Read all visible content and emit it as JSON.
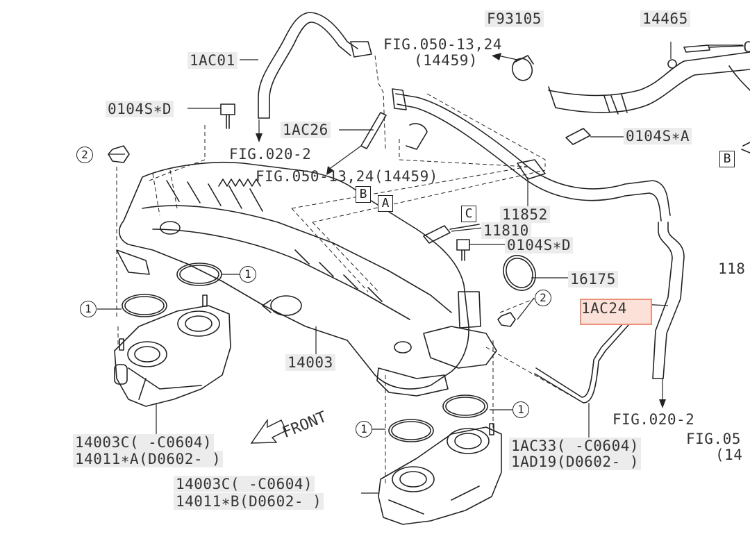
{
  "labels": {
    "f93105": "F93105",
    "p14465": "14465",
    "fig050_top": "FIG.050-13,24",
    "fig050_top_sub": "(14459)",
    "p1ac01": "1AC01",
    "p0104s_d_top": "0104S∗D",
    "p1ac26": "1AC26",
    "fig020_left": "FIG.020-2",
    "fig050_mid": "FIG.050-13,24(14459)",
    "p0104s_a": "0104S∗A",
    "p11852": "11852",
    "p11810": "11810",
    "p0104s_d_mid": "0104S∗D",
    "p16175": "16175",
    "p1ac24": "1AC24",
    "p14003": "14003",
    "p1ac33": "1AC33( -C0604)",
    "p1ad19": "1AD19(D0602- )",
    "fig020_right": "FIG.020-2",
    "p14003c_left": "14003C( -C0604)",
    "p14011a": "14011∗A(D0602- )",
    "p14003c_bottom": "14003C( -C0604)",
    "p14011b": "14011∗B(D0602- )",
    "front": "FRONT",
    "edge_c": "C",
    "edge_118": "118",
    "edge_fig050": "FIG.05",
    "edge_14": "(14"
  },
  "ref_boxes": {
    "b_left": "B",
    "a": "A",
    "c": "C",
    "b_right": "B"
  },
  "callouts": {
    "c1": "1",
    "c2": "2"
  },
  "colors": {
    "line": "#222222",
    "label_bg": "#ececec",
    "highlight_border": "#e8907a",
    "highlight_fill": "#fbe1d8"
  }
}
